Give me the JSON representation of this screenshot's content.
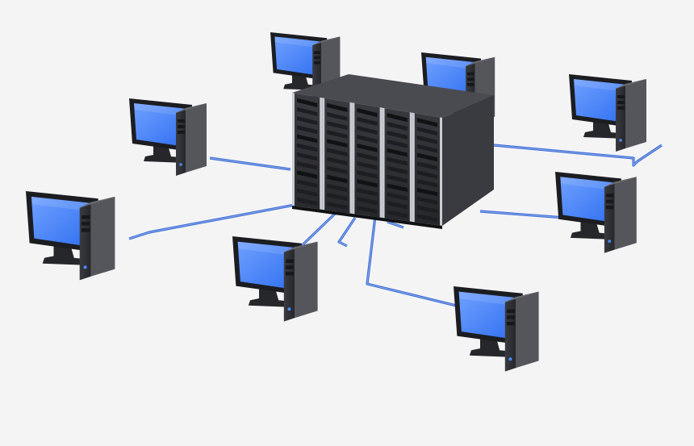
{
  "diagram": {
    "type": "star-network",
    "center": {
      "kind": "server-rack",
      "units": 5
    },
    "nodes": [
      {
        "id": "workstation-1",
        "kind": "desktop-computer"
      },
      {
        "id": "workstation-2",
        "kind": "desktop-computer"
      },
      {
        "id": "workstation-3",
        "kind": "desktop-computer"
      },
      {
        "id": "workstation-4",
        "kind": "desktop-computer"
      },
      {
        "id": "workstation-5",
        "kind": "desktop-computer"
      },
      {
        "id": "workstation-6",
        "kind": "desktop-computer"
      },
      {
        "id": "workstation-7",
        "kind": "desktop-computer"
      },
      {
        "id": "workstation-8",
        "kind": "desktop-computer"
      }
    ],
    "links": [
      {
        "from": "server-rack",
        "to": "workstation-1"
      },
      {
        "from": "server-rack",
        "to": "workstation-2"
      },
      {
        "from": "server-rack",
        "to": "workstation-3"
      },
      {
        "from": "server-rack",
        "to": "workstation-4"
      },
      {
        "from": "server-rack",
        "to": "workstation-5"
      },
      {
        "from": "server-rack",
        "to": "workstation-6"
      },
      {
        "from": "server-rack",
        "to": "workstation-7"
      },
      {
        "from": "server-rack",
        "to": "workstation-8"
      }
    ]
  },
  "colors": {
    "background": "#f4f4f5",
    "cable": "#3f6fd6",
    "cable_highlight": "#9fbaf0",
    "screen": "#2f6ff0",
    "screen_light": "#6fa0ff",
    "bezel": "#1c1d21",
    "case_dark": "#26272b",
    "case_mid": "#3a3b40",
    "case_light": "#55565c",
    "rack_chrome": "#c9ccd2",
    "led": "#4a8cff"
  }
}
